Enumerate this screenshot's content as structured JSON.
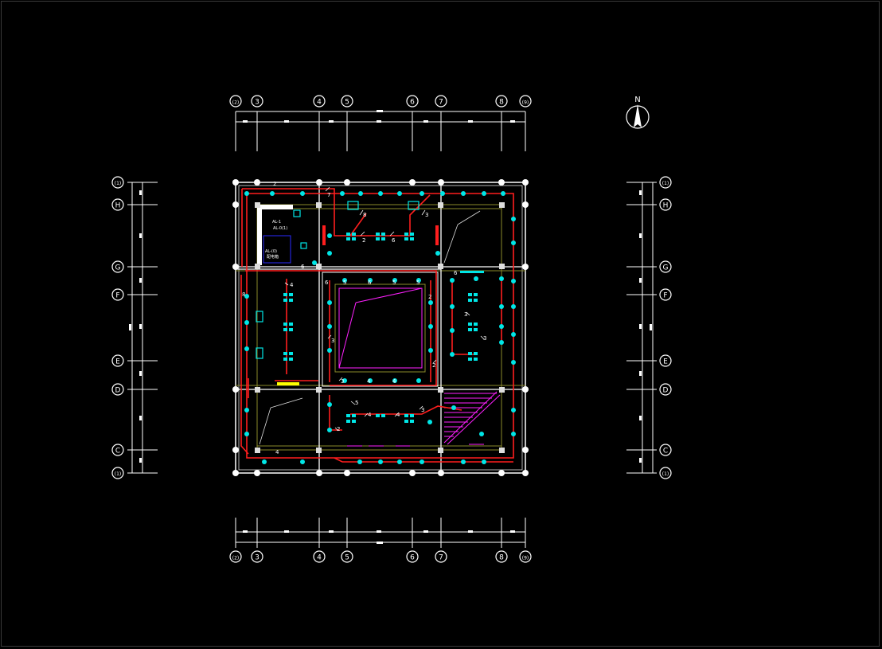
{
  "drawing": {
    "north_label": "N",
    "grid_columns_top": [
      "(2)",
      "3",
      "4",
      "5",
      "6",
      "7",
      "8",
      "(9)"
    ],
    "grid_columns_bottom": [
      "(2)",
      "3",
      "4",
      "5",
      "6",
      "7",
      "8",
      "(9)"
    ],
    "grid_rows_left": [
      "(1)",
      "H",
      "G",
      "F",
      "E",
      "D",
      "C",
      "(1)"
    ],
    "grid_rows_right": [
      "(1)",
      "H",
      "G",
      "F",
      "E",
      "D",
      "C",
      "(1)"
    ],
    "circuit_labels": [
      "7",
      "8",
      "3",
      "2",
      "6",
      "6",
      "2",
      "8",
      "4",
      "6",
      "5",
      "6",
      "5",
      "5",
      "6",
      "2",
      "3",
      "2",
      "3",
      "3",
      "3",
      "3",
      "4",
      "4",
      "4",
      "6",
      "6",
      "5",
      "4",
      "4",
      "3",
      "5",
      "2",
      "4"
    ],
    "legend_text": [
      "AL-(0)",
      "AL-1",
      "AL-0(1)",
      "配电箱"
    ],
    "colors": {
      "background": "#000000",
      "wall": "#ffffff",
      "grid_fill": "#6b6b1e",
      "wire": "#ff1e1e",
      "fixture": "#00e6e6",
      "magenta": "#ff20ff",
      "dim": "#ffffff",
      "panel": "#2a2aff",
      "yellow": "#ffff00"
    }
  }
}
